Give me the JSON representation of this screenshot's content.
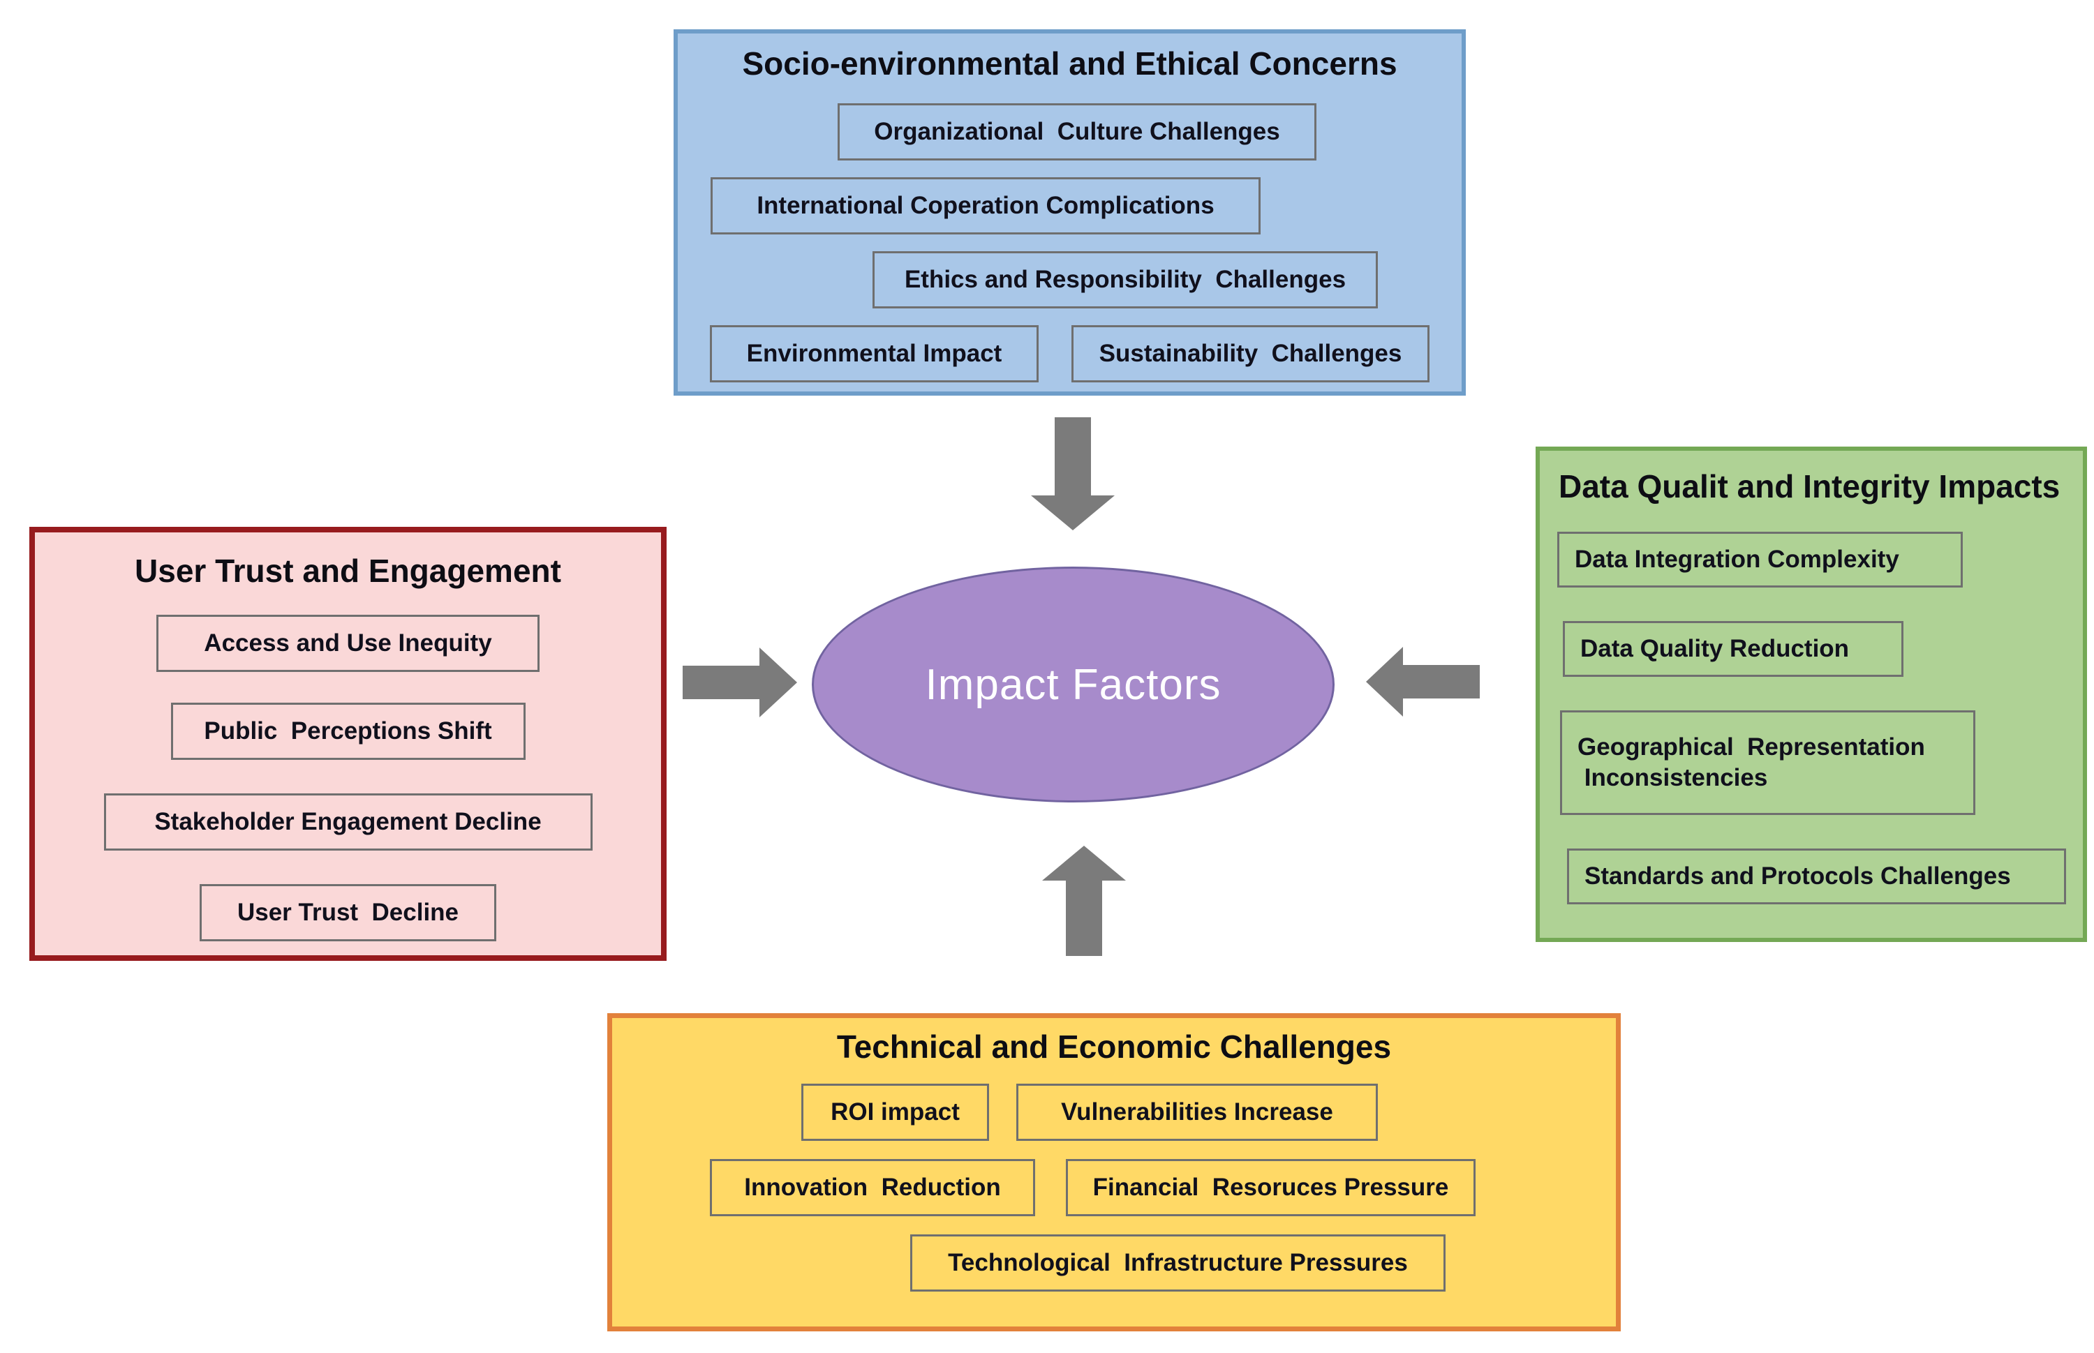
{
  "diagram": {
    "center_label": "Impact Factors",
    "top_panel": {
      "title": "Socio-environmental and Ethical Concerns",
      "items": [
        "Organizational  Culture Challenges",
        "International Coperation Complications",
        "Ethics and Responsibility  Challenges",
        "Environmental Impact",
        "Sustainability  Challenges"
      ]
    },
    "left_panel": {
      "title": "User Trust and Engagement",
      "items": [
        "Access and Use Inequity",
        "Public  Perceptions Shift",
        "Stakeholder Engagement Decline",
        "User Trust  Decline"
      ]
    },
    "right_panel": {
      "title": "Data Qualit and Integrity Impacts",
      "items": [
        "Data Integration Complexity",
        "Data Quality Reduction",
        "Geographical  Representation\n Inconsistencies",
        "Standards and Protocols Challenges"
      ]
    },
    "bottom_panel": {
      "title": "Technical and Economic Challenges",
      "items": [
        "ROI impact",
        "Vulnerabilities Increase",
        "Innovation  Reduction",
        "Financial  Resoruces Pressure",
        "Technological  Infrastructure Pressures"
      ]
    },
    "colors": {
      "top_fill": "#A9C7E8",
      "top_border": "#6E9DC9",
      "left_fill": "#FAD8D8",
      "left_border": "#971B1E",
      "right_fill": "#AFD295",
      "right_border": "#74A855",
      "bottom_fill": "#FFD966",
      "bottom_border": "#E2813B",
      "center_fill": "#A78BCB",
      "center_border": "#7163A0",
      "arrow": "#7B7B7B"
    }
  }
}
